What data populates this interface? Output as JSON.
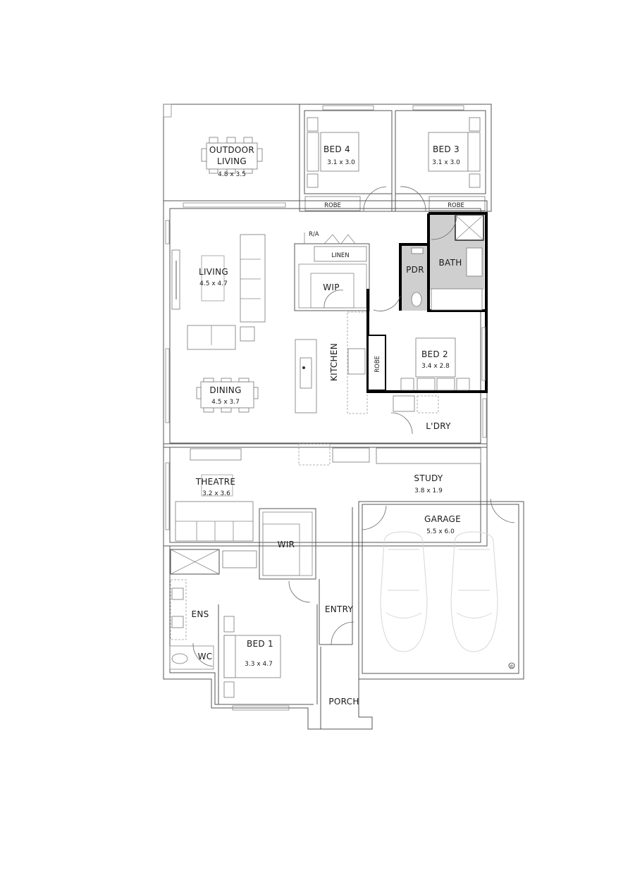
{
  "plan": {
    "rooms": [
      {
        "id": "outdoor-living",
        "label_line1": "OUTDOOR",
        "label_line2": "LIVING",
        "dimensions": "4.8 x 3.5"
      },
      {
        "id": "bed-4",
        "label": "BED 4",
        "dimensions": "3.1 x 3.0"
      },
      {
        "id": "bed-3",
        "label": "BED 3",
        "dimensions": "3.1 x 3.0"
      },
      {
        "id": "robe-bed4",
        "label": "ROBE"
      },
      {
        "id": "robe-bed3",
        "label": "ROBE"
      },
      {
        "id": "living",
        "label": "LIVING",
        "dimensions": "4.5 x 4.7"
      },
      {
        "id": "dining",
        "label": "DINING",
        "dimensions": "4.5 x 3.7"
      },
      {
        "id": "linen",
        "label": "LINEN"
      },
      {
        "id": "ra",
        "label": "R/A"
      },
      {
        "id": "wip",
        "label": "WIP"
      },
      {
        "id": "pdr",
        "label": "PDR"
      },
      {
        "id": "bath",
        "label": "BATH"
      },
      {
        "id": "kitchen",
        "label": "KITCHEN"
      },
      {
        "id": "robe-bed2",
        "label": "ROBE"
      },
      {
        "id": "bed-2",
        "label": "BED 2",
        "dimensions": "3.4 x 2.8"
      },
      {
        "id": "laundry",
        "label": "L'DRY"
      },
      {
        "id": "theatre",
        "label": "THEATRE",
        "dimensions": "3.2 x 3.6"
      },
      {
        "id": "study",
        "label": "STUDY",
        "dimensions": "3.8 x 1.9"
      },
      {
        "id": "garage",
        "label": "GARAGE",
        "dimensions": "5.5 x 6.0"
      },
      {
        "id": "wir",
        "label": "WIR"
      },
      {
        "id": "ens",
        "label": "ENS"
      },
      {
        "id": "entry",
        "label": "ENTRY"
      },
      {
        "id": "wc",
        "label": "WC"
      },
      {
        "id": "bed-1",
        "label": "BED 1",
        "dimensions": "3.3 x 4.7"
      },
      {
        "id": "porch",
        "label": "PORCH"
      }
    ],
    "copyright_mark": "©",
    "colors": {
      "wall": "#555555",
      "wet_area_fill": "#cfcfcf",
      "heavy_wall": "#000000",
      "background": "#ffffff"
    }
  }
}
